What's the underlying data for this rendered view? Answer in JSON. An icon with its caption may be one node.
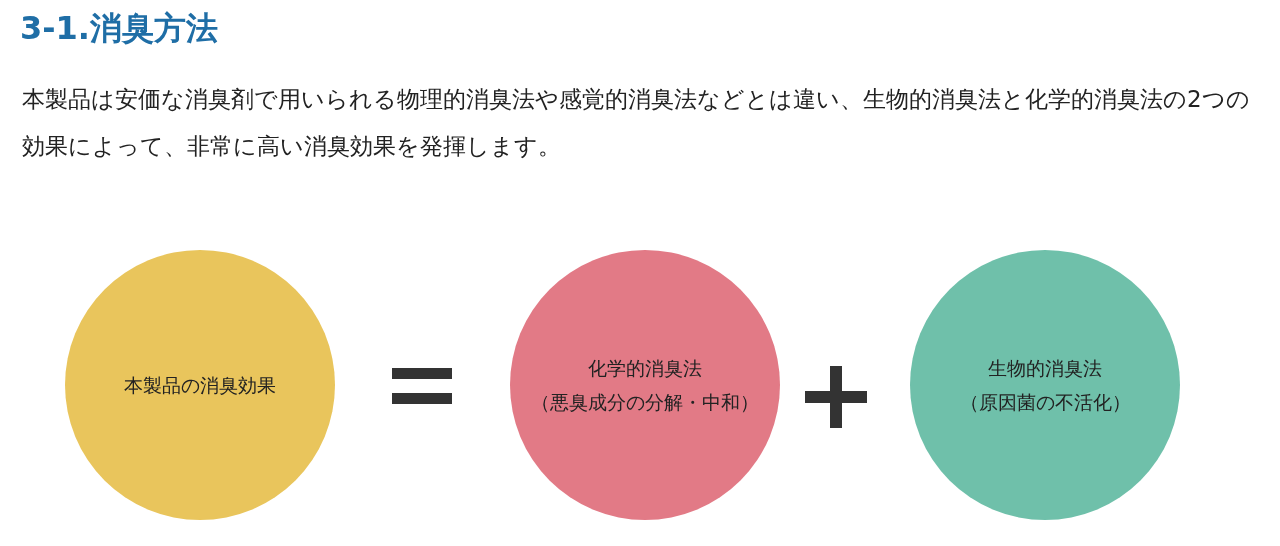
{
  "diagram": {
    "title": "3-1.消臭方法",
    "nodes": [
      {
        "text": [
          "本製品の消臭効果"
        ]
      },
      {
        "text": [
          "化学的消臭法",
          "（悪臭成分の分解・中和）"
        ]
      },
      {
        "text": [
          "生物的消臭法",
          "（原因菌の不活化）"
        ]
      }
    ],
    "labels": [
      "本製品は安価な消臭剤で用いられる物理的消臭法や感覚的消臭法などとは違い、生物的消臭法と化学的消臭法の2つの効果によって、非常に高い消臭効果を発揮します。"
    ]
  }
}
